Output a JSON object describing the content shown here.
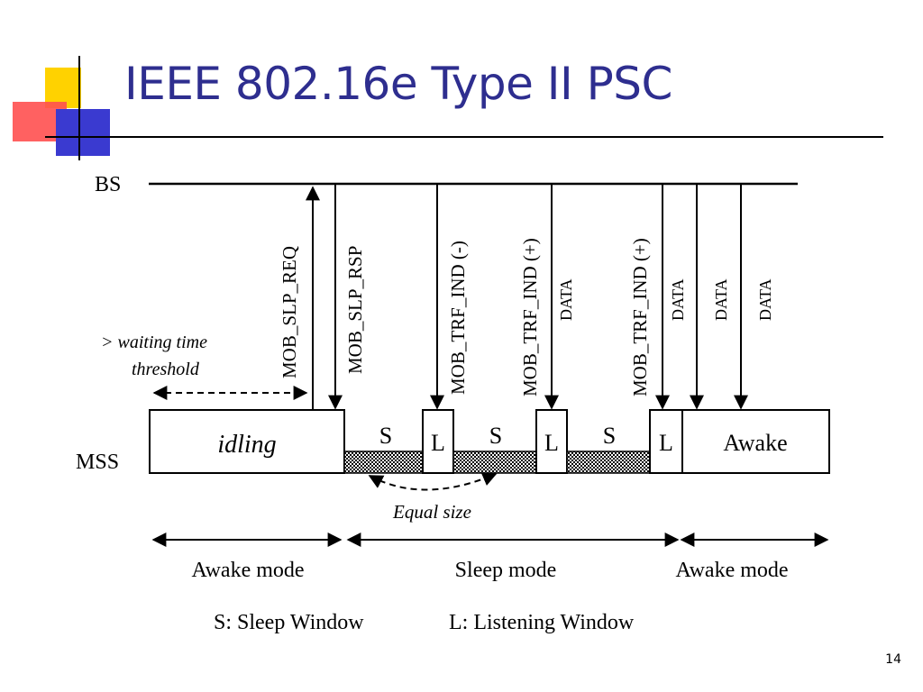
{
  "slide": {
    "title": "IEEE 802.16e Type II PSC",
    "page_number": "14",
    "accent_colors": {
      "yellow": "#ffd200",
      "red": "#ff4040",
      "blue": "#3030c0",
      "title": "#2e2e8f"
    }
  },
  "diagram": {
    "bs_label": "BS",
    "mss_label": "MSS",
    "messages": {
      "slp_req": "MOB_SLP_REQ",
      "slp_rsp": "MOB_SLP_RSP",
      "trf_ind_neg": "MOB_TRF_IND (-)",
      "data1": "DATA",
      "trf_ind_pos1": "MOB_TRF_IND (+)",
      "trf_ind_pos2": "MOB_TRF_IND (+)",
      "data2": "DATA",
      "data3": "DATA",
      "data4": "DATA"
    },
    "waiting_line1": "> waiting time",
    "waiting_line2": "threshold",
    "idling": "idling",
    "sleep_s": "S",
    "listen_l": "L",
    "awake": "Awake",
    "equal_size": "Equal size",
    "modes": [
      "Awake mode",
      "Sleep mode",
      "Awake mode"
    ],
    "legend_s": "S: Sleep Window",
    "legend_l": "L: Listening Window"
  }
}
